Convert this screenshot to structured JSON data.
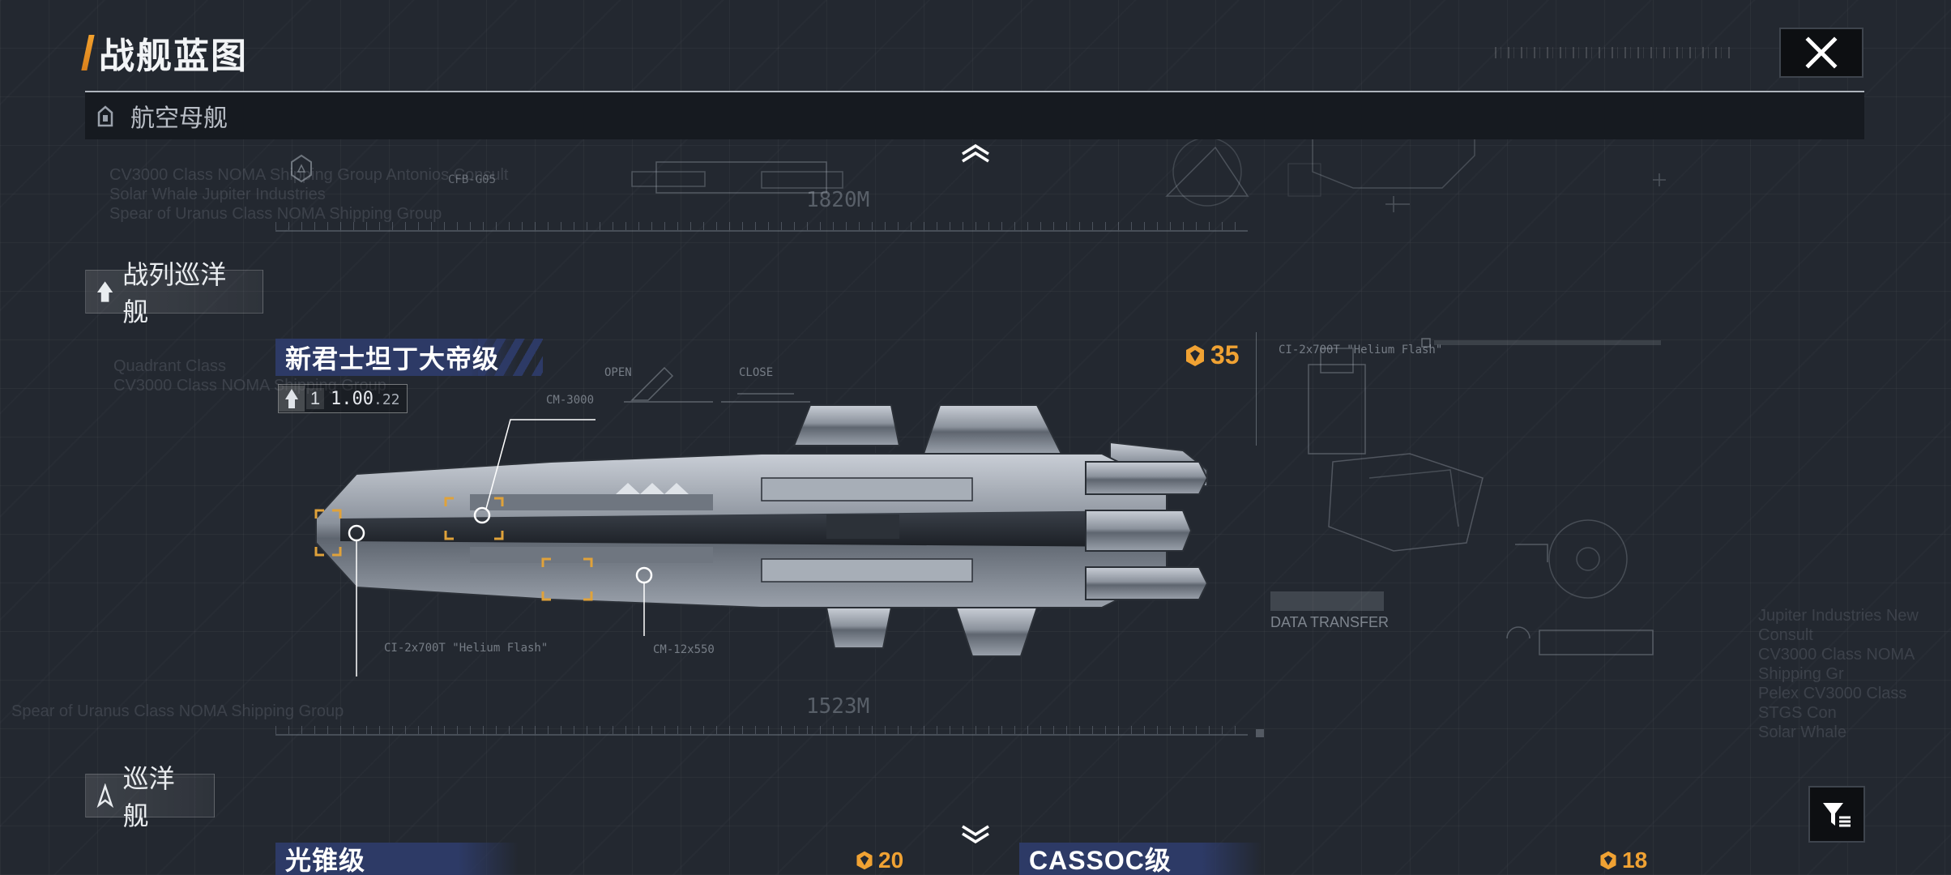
{
  "header": {
    "title": "战舰蓝图",
    "close_icon": "close-icon"
  },
  "categories": {
    "carrier": {
      "label": "航空母舰",
      "icon": "carrier-class-icon"
    },
    "battlecruiser": {
      "label": "战列巡洋舰",
      "icon": "battlecruiser-class-icon"
    },
    "cruiser": {
      "label": "巡洋舰",
      "icon": "cruiser-class-icon"
    }
  },
  "schematic_top": {
    "length": "1820M",
    "code": "CFB-G05",
    "lines": [
      "CV3000 Class NOMA Shipping Group Antonios Consult",
      "Solar Whale Jupiter Industries",
      "Spear of Uranus Class NOMA Shipping Group"
    ]
  },
  "featured_ship": {
    "name": "新君士坦丁大帝级",
    "level": "1",
    "version_major": "1.00",
    "version_minor": ".22",
    "cost": "35",
    "length": "1523M",
    "callouts": {
      "top": "CM-3000",
      "left": "CI-2x700T \"Helium Flash\"",
      "bottom": "CM-12x550",
      "right": "CI-2x700T \"Helium Flash\""
    },
    "hatch_labels": [
      "OPEN",
      "CLOSE"
    ],
    "data_transfer": "DATA TRANSFER",
    "side_text": [
      "Quadrant Class",
      "CV3000 Class NOMA Shipping Group"
    ],
    "left_footer": "Spear of Uranus Class NOMA Shipping Group"
  },
  "right_panel_text": [
    "Jupiter Industries  New Consult",
    "CV3000 Class NOMA Shipping Gr",
    "Pelex CV3000 Class STGS Con",
    "Solar Whale"
  ],
  "next_ships": [
    {
      "name": "光锥级",
      "cost": "20"
    },
    {
      "name": "CASSOC级",
      "cost": "18"
    }
  ],
  "controls": {
    "scroll_up_icon": "chevron-up-icon",
    "scroll_down_icon": "chevron-down-icon",
    "filter_icon": "filter-icon"
  },
  "colors": {
    "accent": "#f0a233",
    "banner": "#2d3a66",
    "background": "#232830"
  }
}
